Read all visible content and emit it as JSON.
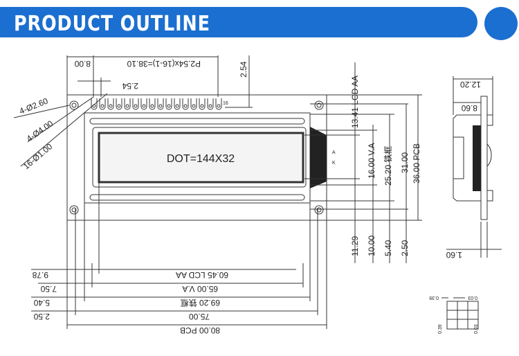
{
  "header": {
    "title": "PRODUCT OUTLINE"
  },
  "display": {
    "dot_label": "DOT=144X32",
    "pin_count_label": "16",
    "backlight_a": "A",
    "backlight_k": "K"
  },
  "top_dims": {
    "pin_offset": "8.00",
    "pitch": "P2.54x(16-1)=38.10",
    "pin_pitch": "2.54",
    "pin_row_offset": "2.54"
  },
  "callouts": {
    "hole_small": "4-Ø2.60",
    "hole_large": "4-Ø4.00",
    "pin_holes": "16-Ø1.00"
  },
  "right_dims": {
    "lcd_aa_h": "13.41  LCD  AA",
    "va_h": "16.00  V.A",
    "frame_h": "25.20  铁框",
    "pcb_inner_h": "31.00",
    "pcb_h": "36.00  PCB",
    "off_aa": "11.29",
    "off_va": "10.00",
    "off_frame": "5.40",
    "off_pcb": "2.50"
  },
  "bottom_dims": {
    "lcd_aa_w": "60.45  LCD  AA",
    "va_w": "65.00  V.A",
    "frame_w": "69.20  铁框",
    "inner_w": "75.00",
    "pcb_w": "80.00  PCB",
    "off_aa": "9.78",
    "off_va": "7.50",
    "off_frame": "5.40",
    "off_inner": "2.50"
  },
  "side_dims": {
    "total_thickness": "12.20",
    "module_thickness": "8.60",
    "pcb_thickness": "1.60"
  },
  "pixel_dims": {
    "pitch_top": "0.39",
    "gap_top": "0.03",
    "pitch_bottom": "0.39",
    "gap_bottom": "0.03"
  }
}
